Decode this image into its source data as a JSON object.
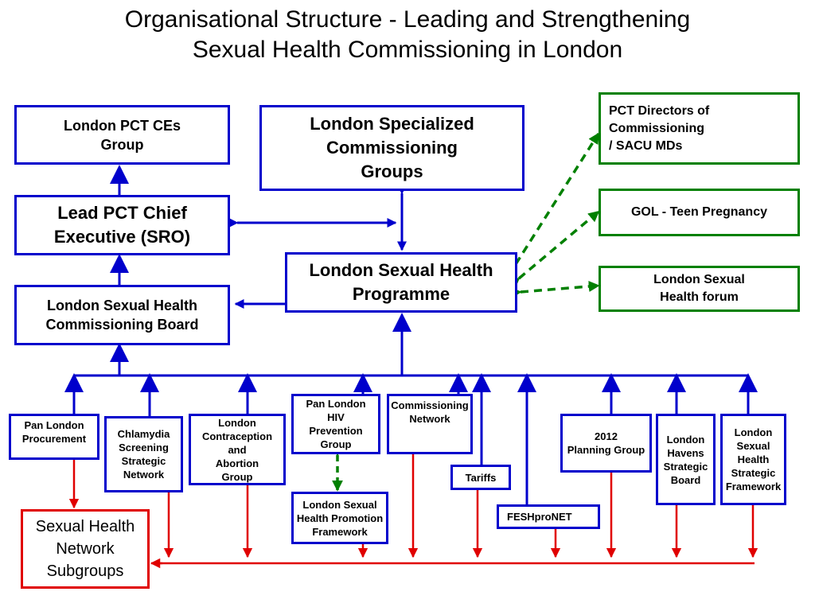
{
  "title": {
    "line1": "Organisational Structure -  Leading and Strengthening",
    "line2": "Sexual Health Commissioning in London"
  },
  "boxes": {
    "pct_ces": "London PCT CEs\nGroup",
    "specialized": "London Specialized\nCommissioning\nGroups",
    "lead_pct": "Lead PCT Chief\nExecutive (SRO)",
    "programme": "London Sexual Health\nProgramme",
    "board": "London Sexual Health\nCommissioning Board",
    "pct_directors": "PCT Directors of\nCommissioning\n/ SACU MDs",
    "gol": "GOL - Teen Pregnancy",
    "forum": "London Sexual\nHealth forum",
    "procurement": "Pan London\nProcurement",
    "chlamydia": "Chlamydia\nScreening\nStrategic\nNetwork",
    "contraception": "London\nContraception\nand\nAbortion\nGroup",
    "hiv": "Pan London\nHIV\nPrevention\nGroup",
    "promotion": "London Sexual\nHealth Promotion\nFramework",
    "commissioning_network": "Commissioning\nNetwork",
    "tariffs": "Tariffs",
    "feshpronet": "FESHproNET",
    "planning": "2012\nPlanning Group",
    "havens": "London\nHavens\nStrategic\nBoard",
    "framework": "London\nSexual\nHealth\nStrategic\nFramework",
    "subgroups": "Sexual Health\nNetwork\nSubgroups"
  },
  "colors": {
    "blue": "#0000cc",
    "green": "#008000",
    "red": "#e00000"
  }
}
